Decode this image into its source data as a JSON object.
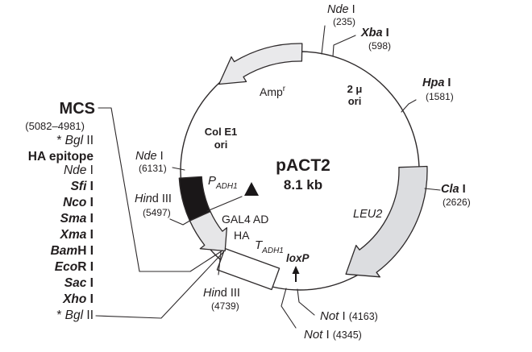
{
  "plasmid": {
    "name": "pACT2",
    "size": "8.1 kb"
  },
  "features": {
    "amp": {
      "label": "Amp",
      "sup": "r"
    },
    "col_e1": {
      "line1": "Col E1",
      "line2": "ori"
    },
    "two_micron": {
      "line1": "2 μ",
      "line2": "ori"
    },
    "leu2": "LEU2",
    "p_adh1": {
      "main": "P",
      "sub": "ADH1"
    },
    "t_adh1": {
      "main": "T",
      "sub": "ADH1"
    },
    "gal4_ad": "GAL4 AD",
    "ha": "HA",
    "loxp": "loxP"
  },
  "sites": {
    "nde235": {
      "it": "Nde",
      "ro": " I",
      "pos": "(235)"
    },
    "xba598": {
      "it": "Xba",
      "ro": " I",
      "pos": "(598)"
    },
    "hpa1581": {
      "it": "Hpa",
      "ro": " I",
      "pos": "(1581)"
    },
    "cla2626": {
      "it": "Cla",
      "ro": " I",
      "pos": "(2626)"
    },
    "not4163": {
      "it": "Not",
      "ro": " I",
      "pos": "(4163)"
    },
    "not4345": {
      "it": "Not",
      "ro": " I",
      "pos": "(4345)"
    },
    "hind4739": {
      "it": "Hin",
      "ro": "d III",
      "pos": "(4739)"
    },
    "hind5497": {
      "it": "Hin",
      "ro": "d III",
      "pos": "(5497)"
    },
    "nde6131": {
      "it": "Nde",
      "ro": " I",
      "pos": "(6131)"
    }
  },
  "mcs": {
    "header": "MCS",
    "range": "(5082–4981)",
    "items": [
      {
        "pre": "* ",
        "it": "Bgl",
        "ro": " II"
      },
      {
        "pre": "",
        "it": "",
        "ro": "HA epitope"
      },
      {
        "pre": "",
        "it": "Nde",
        "ro": " I"
      },
      {
        "pre": "",
        "it": "Sfi",
        "ro": " I"
      },
      {
        "pre": "",
        "it": "Nco",
        "ro": " I"
      },
      {
        "pre": "",
        "it": "Sma",
        "ro": " I"
      },
      {
        "pre": "",
        "it": "Xma",
        "ro": " I"
      },
      {
        "pre": "",
        "it": "Bam",
        "ro": "H I"
      },
      {
        "pre": "",
        "it": "Eco",
        "ro": "R I"
      },
      {
        "pre": "",
        "it": "Sac",
        "ro": " I"
      },
      {
        "pre": "",
        "it": "Xho",
        "ro": " I"
      },
      {
        "pre": "* ",
        "it": "Bgl",
        "ro": " II"
      }
    ]
  },
  "colors": {
    "outline": "#2d292a",
    "light_gray_fill": "#e9e9eb",
    "mid_gray_fill": "#dcdde0",
    "black_fill": "#1a1718"
  }
}
